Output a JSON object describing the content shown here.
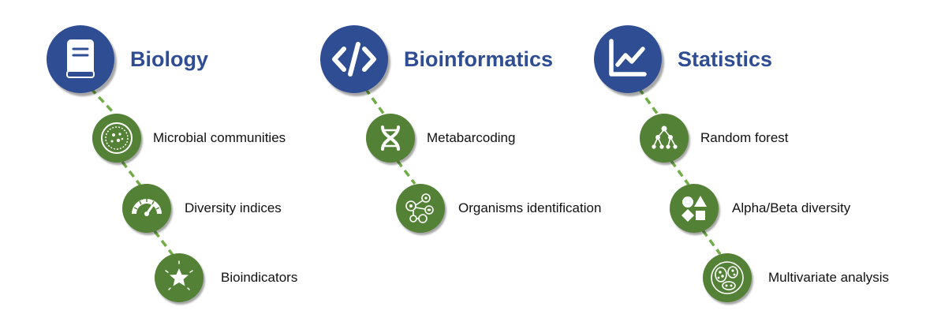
{
  "colors": {
    "header": "#2f4d93",
    "item": "#538135",
    "connector": "#70ad47"
  },
  "columns": [
    {
      "title": "Biology",
      "icon": "book-icon",
      "items": [
        {
          "label": "Microbial communities",
          "icon": "petri-dish-icon"
        },
        {
          "label": "Diversity indices",
          "icon": "gauge-icon"
        },
        {
          "label": "Bioindicators",
          "icon": "star-icon"
        }
      ]
    },
    {
      "title": "Bioinformatics",
      "icon": "code-icon",
      "items": [
        {
          "label": "Metabarcoding",
          "icon": "dna-icon"
        },
        {
          "label": "Organisms identification",
          "icon": "organisms-icon"
        }
      ]
    },
    {
      "title": "Statistics",
      "icon": "line-chart-icon",
      "items": [
        {
          "label": "Random forest",
          "icon": "decision-tree-icon"
        },
        {
          "label": "Alpha/Beta diversity",
          "icon": "shapes-icon"
        },
        {
          "label": "Multivariate analysis",
          "icon": "clusters-icon"
        }
      ]
    }
  ]
}
